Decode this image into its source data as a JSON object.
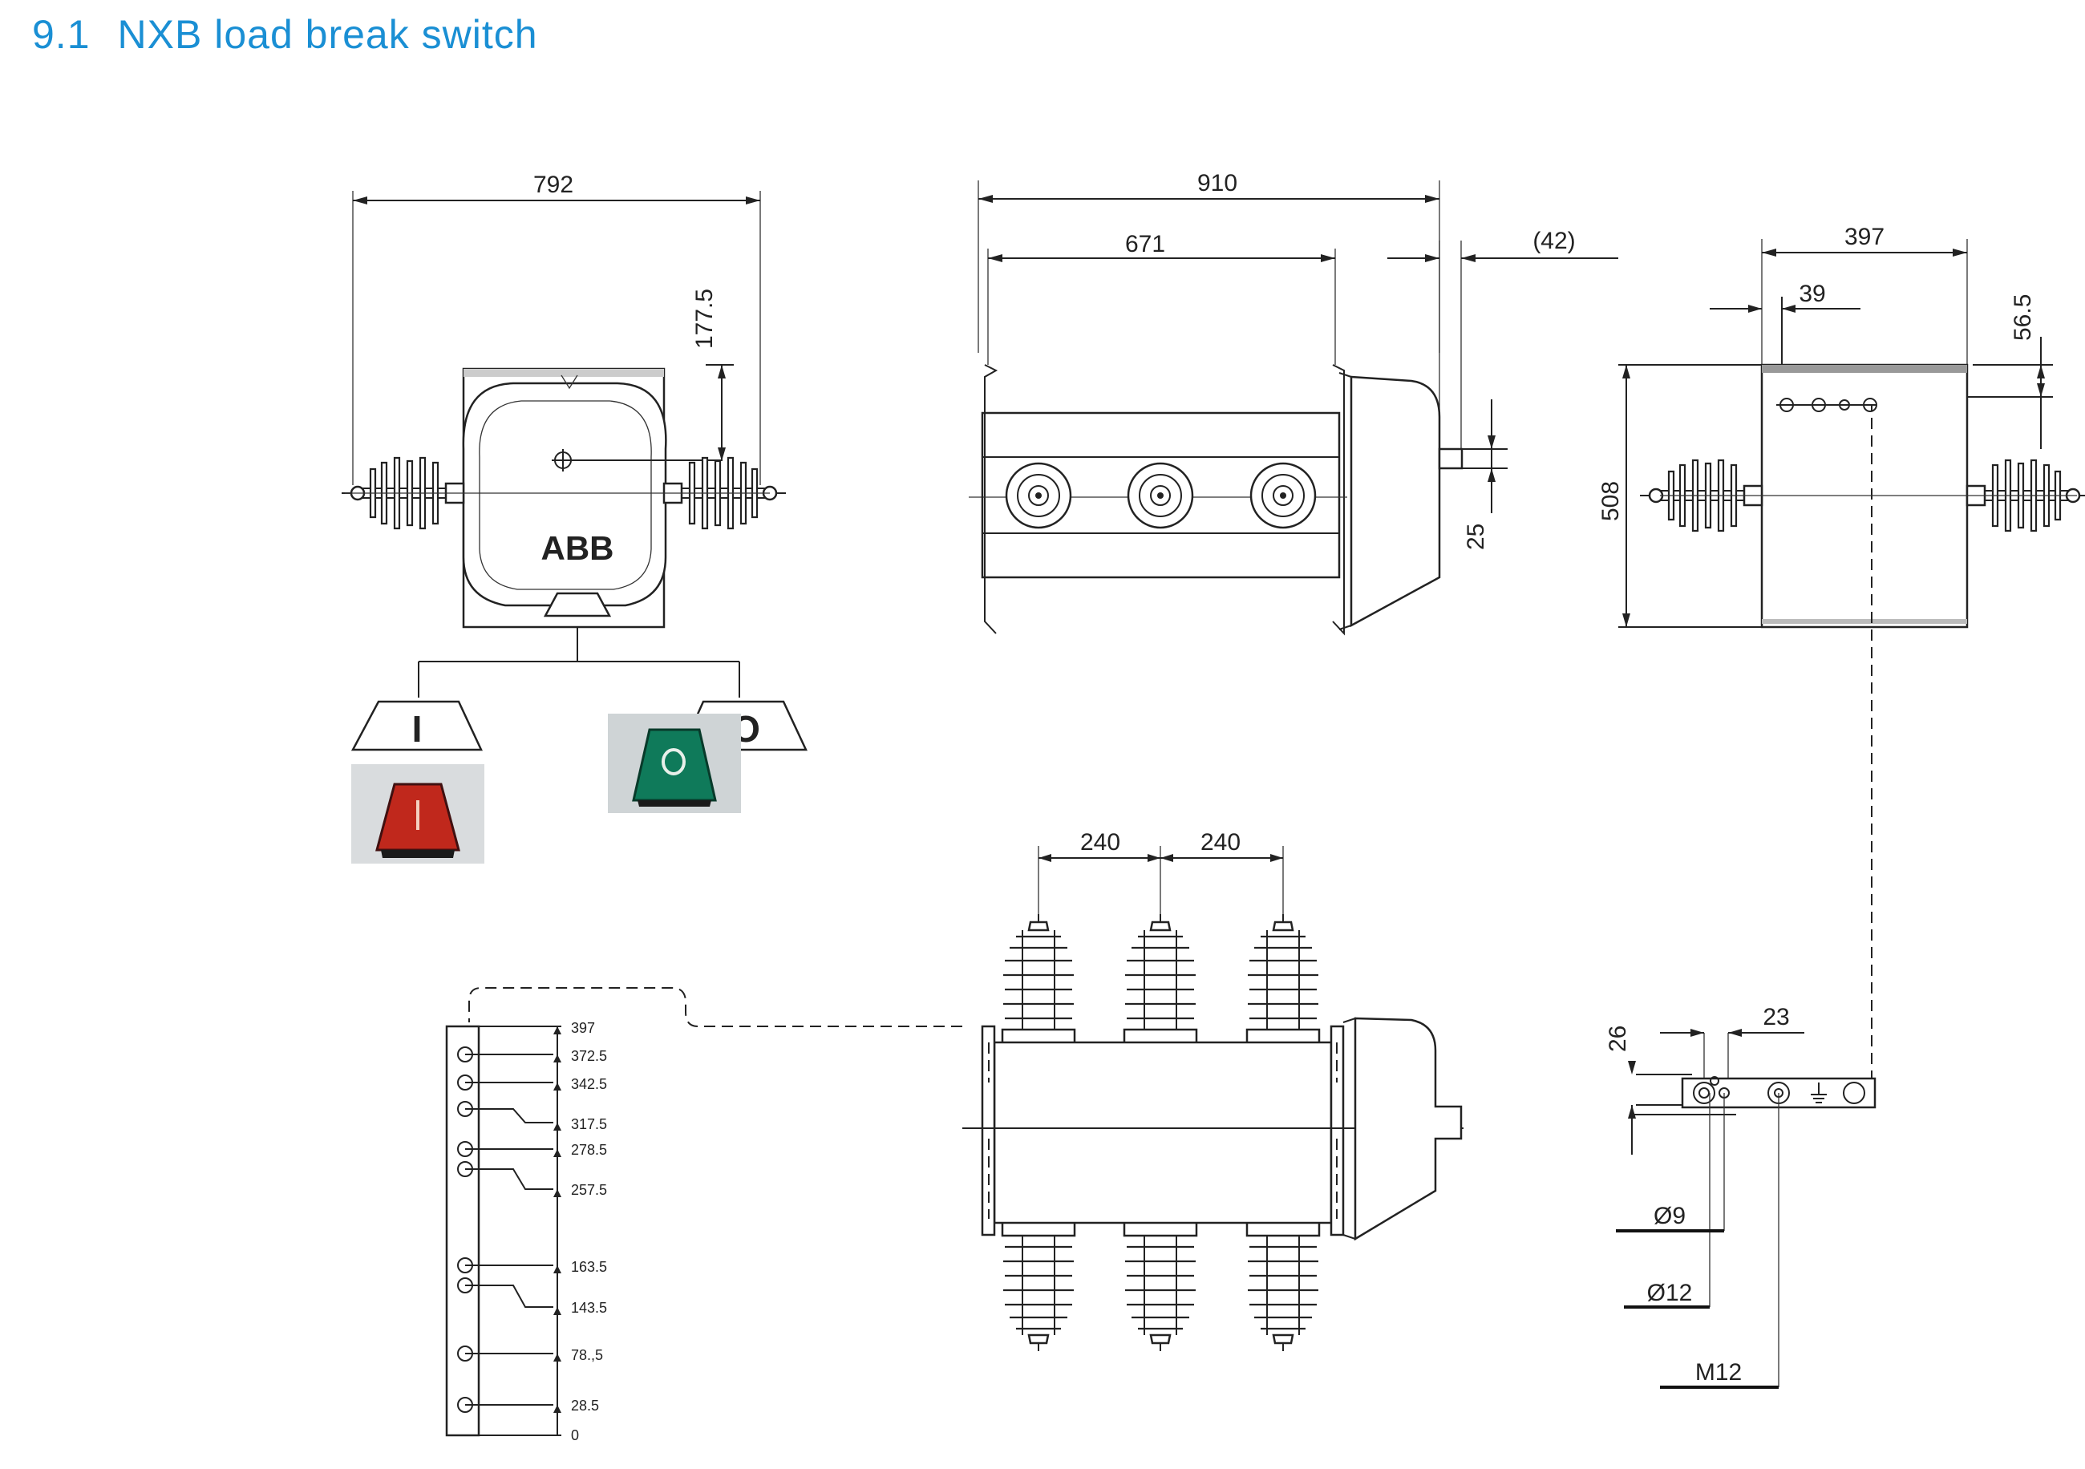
{
  "heading": {
    "number": "9.1",
    "title": "NXB load break switch"
  },
  "logo": {
    "brand": "ABB"
  },
  "indicators": {
    "on_symbol": "I",
    "off_symbol": "O",
    "on_color": "#c0281c",
    "off_color": "#0f7a5a"
  },
  "dimensions": {
    "front_width": "792",
    "front_height_offset": "177.5",
    "side_length": "910",
    "side_body": "671",
    "side_shaft": "(42)",
    "side_shaft_offset": "25",
    "top_width": "397",
    "top_mount": "39",
    "top_offset": "56.5",
    "top_height": "508",
    "pole_pitch_1": "240",
    "pole_pitch_2": "240",
    "detail_height": "26",
    "detail_spacing": "23",
    "hole_small": "Ø9",
    "hole_large": "Ø12",
    "thread": "M12"
  },
  "scale_levels": [
    "397",
    "372.5",
    "342.5",
    "317.5",
    "278.5",
    "257.5",
    "163.5",
    "143.5",
    "78.,5",
    "28.5",
    "0"
  ]
}
